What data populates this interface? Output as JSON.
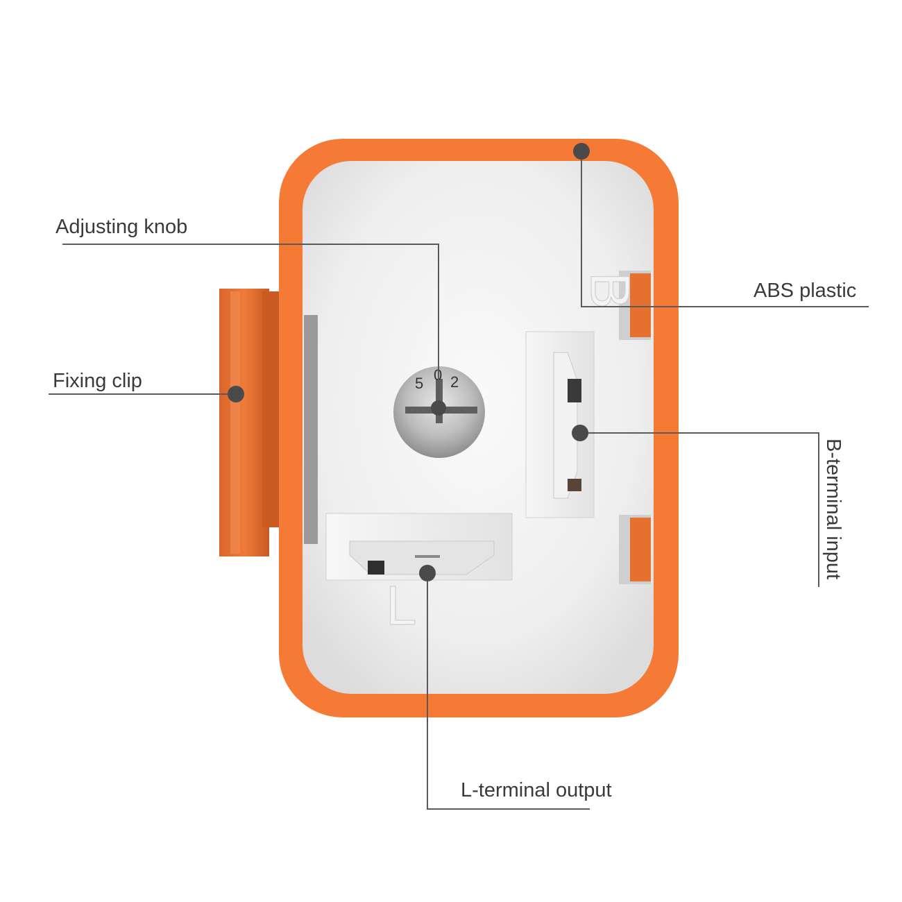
{
  "diagram": {
    "labels": {
      "adjusting_knob": "Adjusting knob",
      "abs_plastic": "ABS plastic",
      "fixing_clip": "Fixing clip",
      "b_terminal_input": "B-terminal input",
      "l_terminal_output": "L-terminal output"
    },
    "dial_marks": {
      "left": "5",
      "center": "0",
      "right": "2"
    },
    "terminal_letters": {
      "b": "B",
      "l": "L"
    },
    "colors": {
      "housing": "#f57a35",
      "face": "#ececec",
      "clip": "#e5702f",
      "leader": "#5a5a5a"
    }
  }
}
